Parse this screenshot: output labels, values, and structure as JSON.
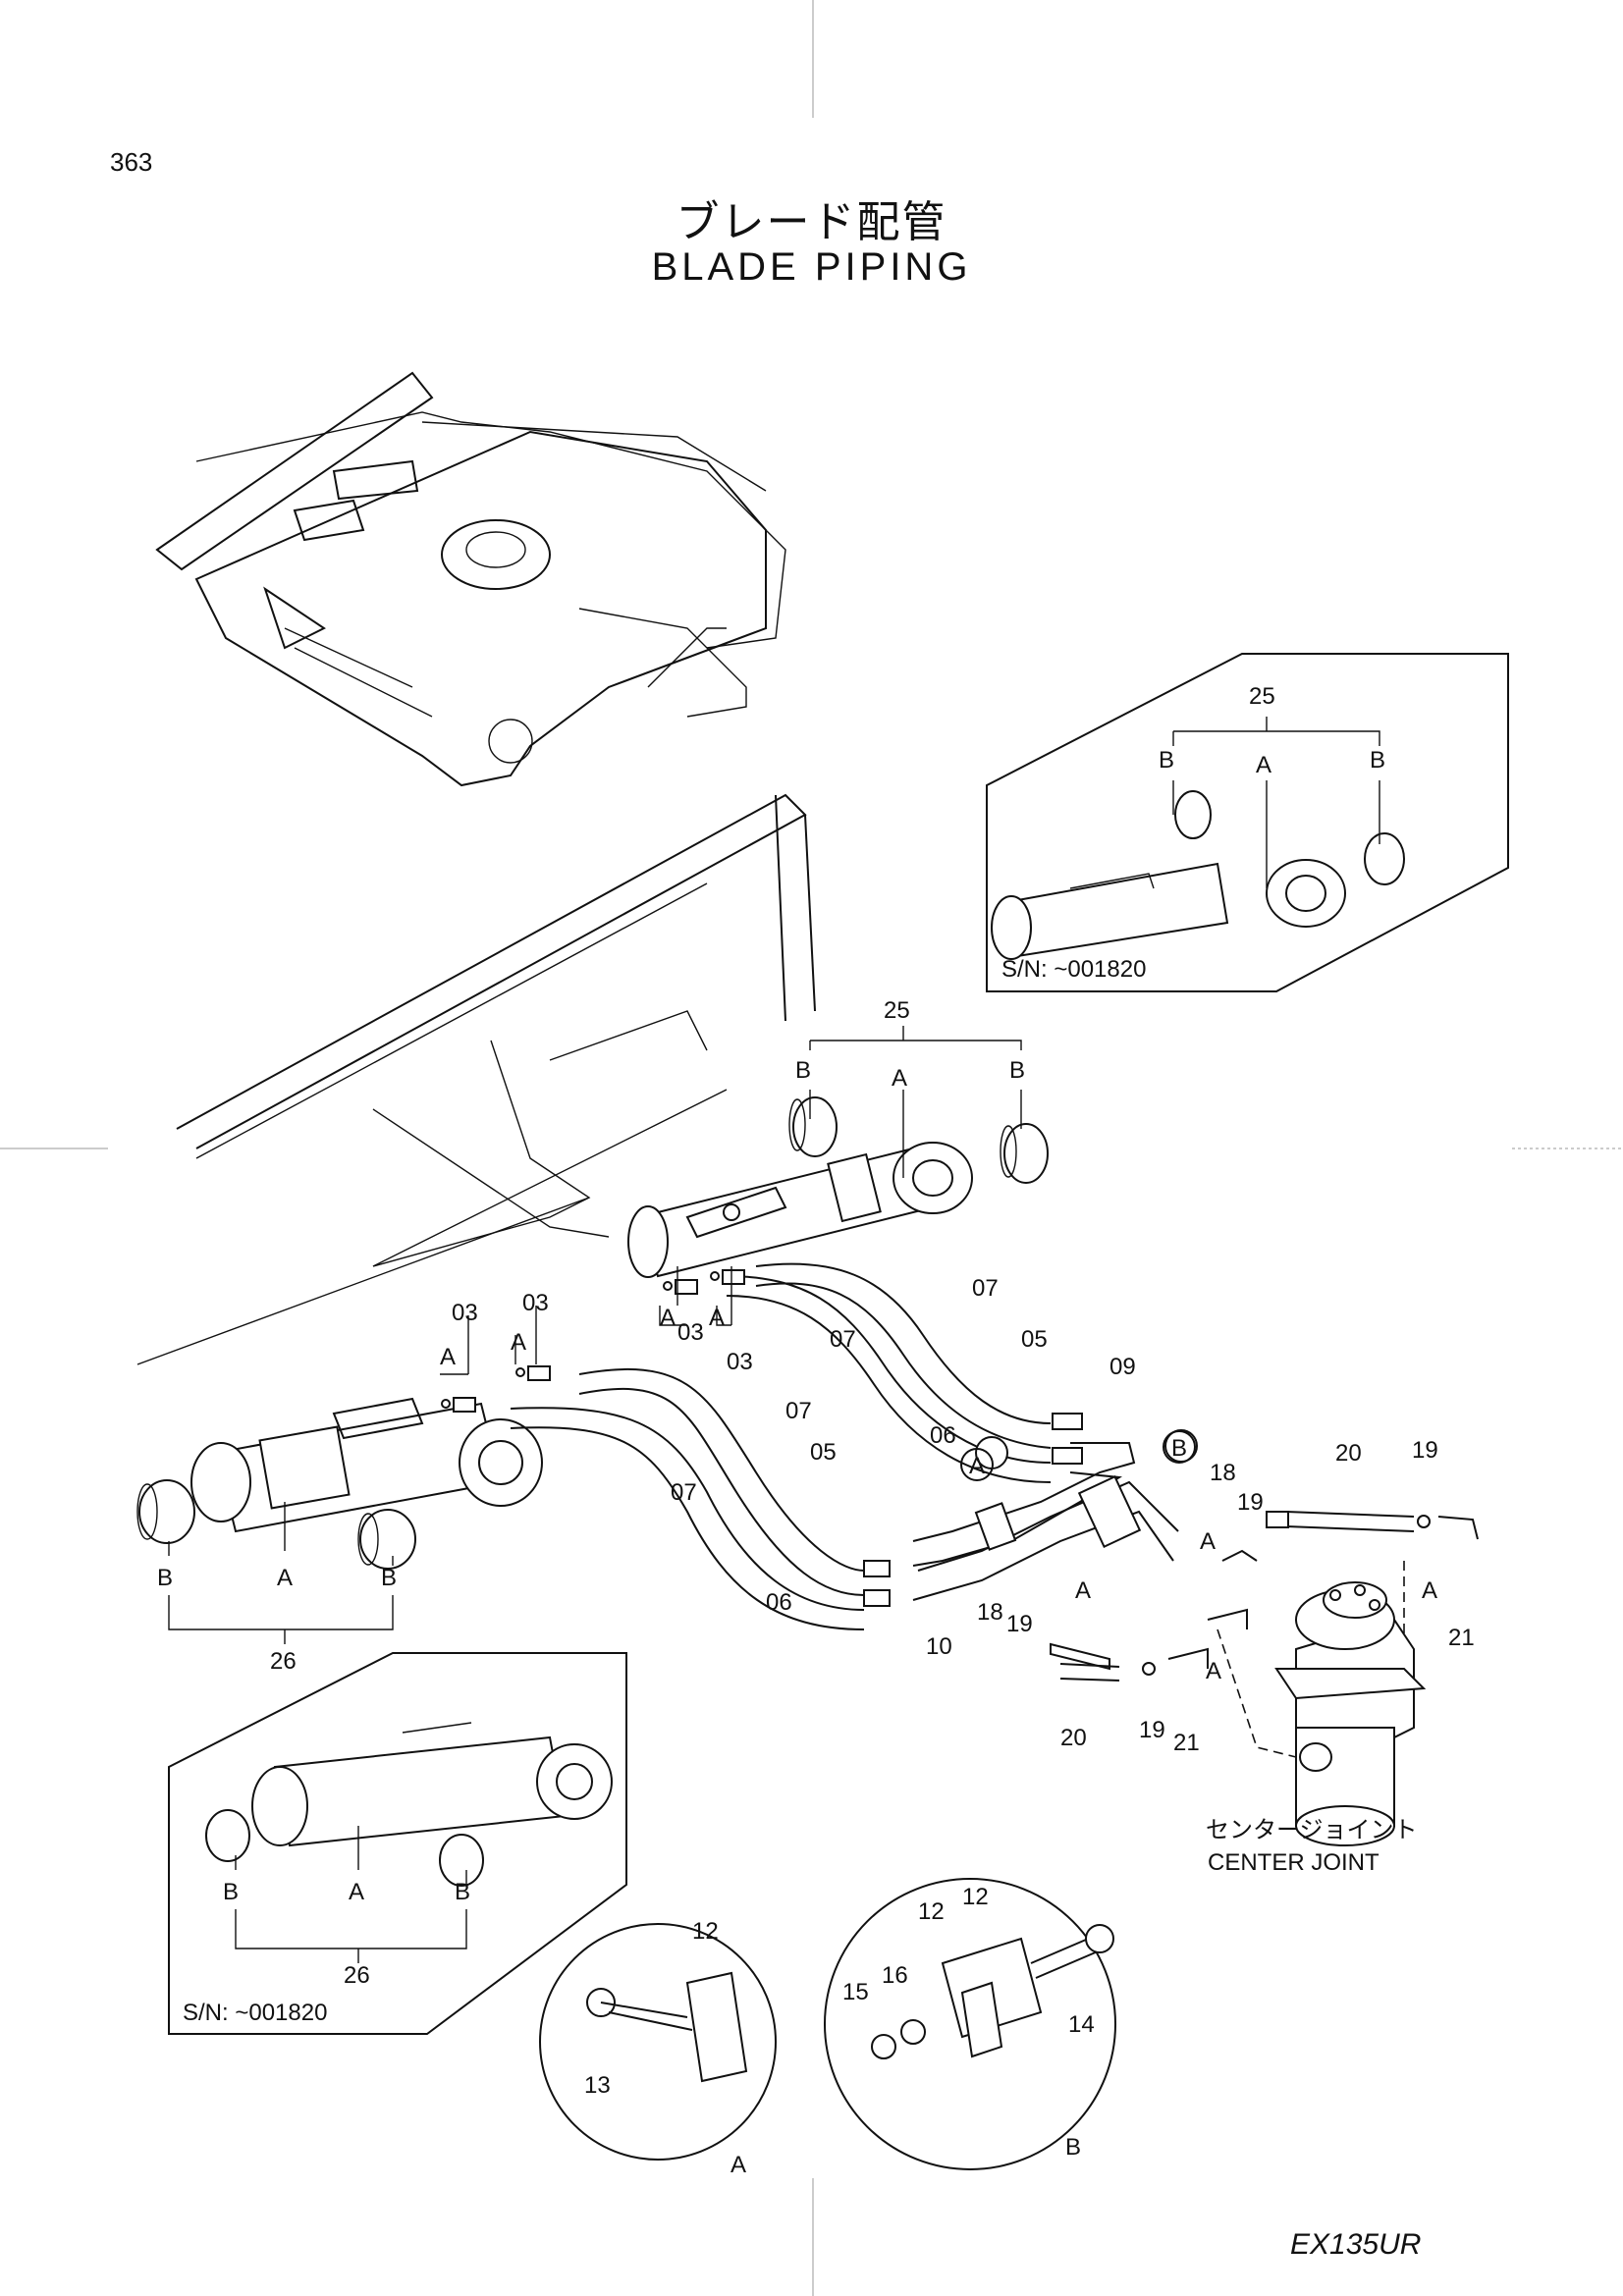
{
  "header": {
    "page_number": "363",
    "title_jp": "ブレード配管",
    "title_en": "BLADE  PIPING"
  },
  "footer": {
    "model": "EX135UR"
  },
  "insets": {
    "upper_right": {
      "serial": "S/N: ~001820",
      "part": "25",
      "labels": [
        "B",
        "A",
        "B"
      ]
    },
    "lower_left": {
      "serial": "S/N: ~001820",
      "part": "26",
      "labels": [
        "B",
        "A",
        "B"
      ]
    },
    "detail_a": {
      "tag": "A",
      "parts": [
        "12",
        "13"
      ]
    },
    "detail_b": {
      "tag": "B",
      "parts": [
        "12",
        "12",
        "15",
        "16",
        "14"
      ]
    }
  },
  "center_joint": {
    "label_jp": "センタージョイント",
    "label_en": "CENTER  JOINT"
  },
  "callouts": {
    "main_cyl_top": {
      "part": "25",
      "labels": [
        "B",
        "A",
        "B"
      ]
    },
    "main_cyl_left": {
      "part": "26",
      "labels": [
        "B",
        "A",
        "B"
      ]
    },
    "p03a": "03",
    "p03b": "03",
    "p03c": "03",
    "p03d": "03",
    "pA1": "A",
    "pA2": "A",
    "pA3": "A",
    "pA4": "A",
    "p07a": "07",
    "p07b": "07",
    "p07c": "07",
    "p07d": "07",
    "p05a": "05",
    "p05b": "05",
    "p06a": "06",
    "p06b": "06",
    "p09": "09",
    "p10": "10",
    "circA": "A",
    "circB": "B",
    "p18a": "18",
    "p18b": "18",
    "p19a": "19",
    "p19b": "19",
    "p19c": "19",
    "p19d": "19",
    "p20a": "20",
    "p20b": "20",
    "p21a": "21",
    "p21b": "21",
    "pA5": "A",
    "pA6": "A",
    "pA7": "A",
    "pA8": "A"
  }
}
